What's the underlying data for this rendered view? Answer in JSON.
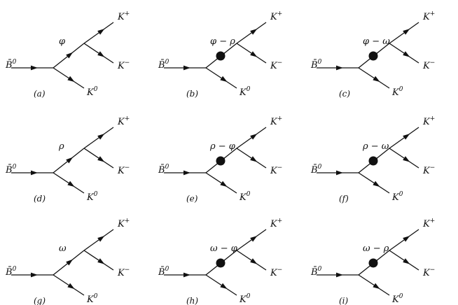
{
  "diagrams": [
    {
      "caption": "(a)",
      "initial": "B̄",
      "initial_sup": "0",
      "mediator": "φ",
      "blob": false,
      "kp": "K",
      "kp_sup": "+",
      "km": "K",
      "km_sup": "−",
      "k0": "K",
      "k0_sup": "0"
    },
    {
      "caption": "(b)",
      "initial": "B̄",
      "initial_sup": "0",
      "mediator": "φ − ρ",
      "blob": true,
      "kp": "K",
      "kp_sup": "+",
      "km": "K",
      "km_sup": "−",
      "k0": "K",
      "k0_sup": "0"
    },
    {
      "caption": "(c)",
      "initial": "B̄",
      "initial_sup": "0",
      "mediator": "φ − ω",
      "blob": true,
      "kp": "K",
      "kp_sup": "+",
      "km": "K",
      "km_sup": "−",
      "k0": "K",
      "k0_sup": "0"
    },
    {
      "caption": "(d)",
      "initial": "B̄",
      "initial_sup": "0",
      "mediator": "ρ",
      "blob": false,
      "kp": "K",
      "kp_sup": "+",
      "km": "K",
      "km_sup": "−",
      "k0": "K",
      "k0_sup": "0"
    },
    {
      "caption": "(e)",
      "initial": "B̄",
      "initial_sup": "0",
      "mediator": "ρ − φ",
      "blob": true,
      "kp": "K",
      "kp_sup": "+",
      "km": "K",
      "km_sup": "−",
      "k0": "K",
      "k0_sup": "0"
    },
    {
      "caption": "(f)",
      "initial": "B̄",
      "initial_sup": "0",
      "mediator": "ρ − ω",
      "blob": true,
      "kp": "K",
      "kp_sup": "+",
      "km": "K",
      "km_sup": "−",
      "k0": "K",
      "k0_sup": "0"
    },
    {
      "caption": "(g)",
      "initial": "B̄",
      "initial_sup": "0",
      "mediator": "ω",
      "blob": false,
      "kp": "K",
      "kp_sup": "+",
      "km": "K",
      "km_sup": "−",
      "k0": "K",
      "k0_sup": "0"
    },
    {
      "caption": "(h)",
      "initial": "B̄",
      "initial_sup": "0",
      "mediator": "ω − φ",
      "blob": true,
      "kp": "K",
      "kp_sup": "+",
      "km": "K",
      "km_sup": "−",
      "k0": "K",
      "k0_sup": "0"
    },
    {
      "caption": "(i)",
      "initial": "B̄",
      "initial_sup": "0",
      "mediator": "ω − ρ",
      "blob": true,
      "kp": "K",
      "kp_sup": "+",
      "km": "K",
      "km_sup": "−",
      "k0": "K",
      "k0_sup": "0"
    }
  ],
  "colors": {
    "line": "#111111",
    "text": "#111111"
  }
}
